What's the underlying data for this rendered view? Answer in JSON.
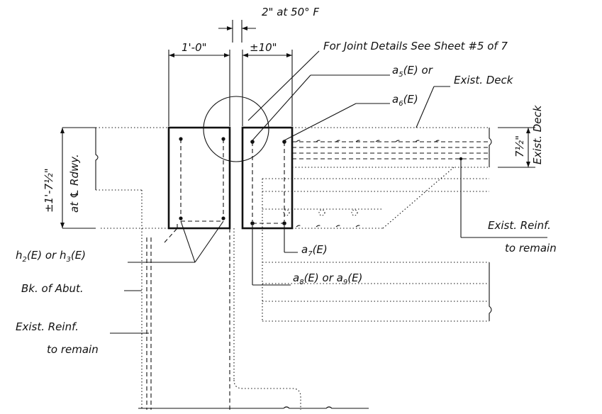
{
  "labels": {
    "joint_gap": "2\" at 50° F",
    "left_width": "1'-0\"",
    "right_width": "±10\"",
    "joint_details": "For Joint Details See Sheet #5 of 7",
    "a5": "a",
    "a5_sub": "5",
    "a5_rest": "(E) or",
    "a6": "a",
    "a6_sub": "6",
    "a6_rest": "(E)",
    "exist_deck": "Exist. Deck",
    "depth": "±1'-7½\"",
    "at_cl": "at ℄ Rdwy.",
    "deck_depth": "7½\"",
    "exist_deck_vertical": "Exist. Deck",
    "exist_reinf_right_1": "Exist. Reinf.",
    "exist_reinf_right_2": "to remain",
    "h_label": "h",
    "h_sub": "2",
    "h_mid": "(E) or h",
    "h_sub2": "3",
    "h_rest": "(E)",
    "a7": "a",
    "a7_sub": "7",
    "a7_rest": "(E)",
    "bk_abut": "Bk. of Abut.",
    "a8": "a",
    "a8_sub": "8",
    "a8_mid": "(E) or a",
    "a8_sub2": "9",
    "a8_rest": "(E)",
    "exist_reinf_left_1": "Exist. Reinf.",
    "exist_reinf_left_2": "to remain"
  }
}
